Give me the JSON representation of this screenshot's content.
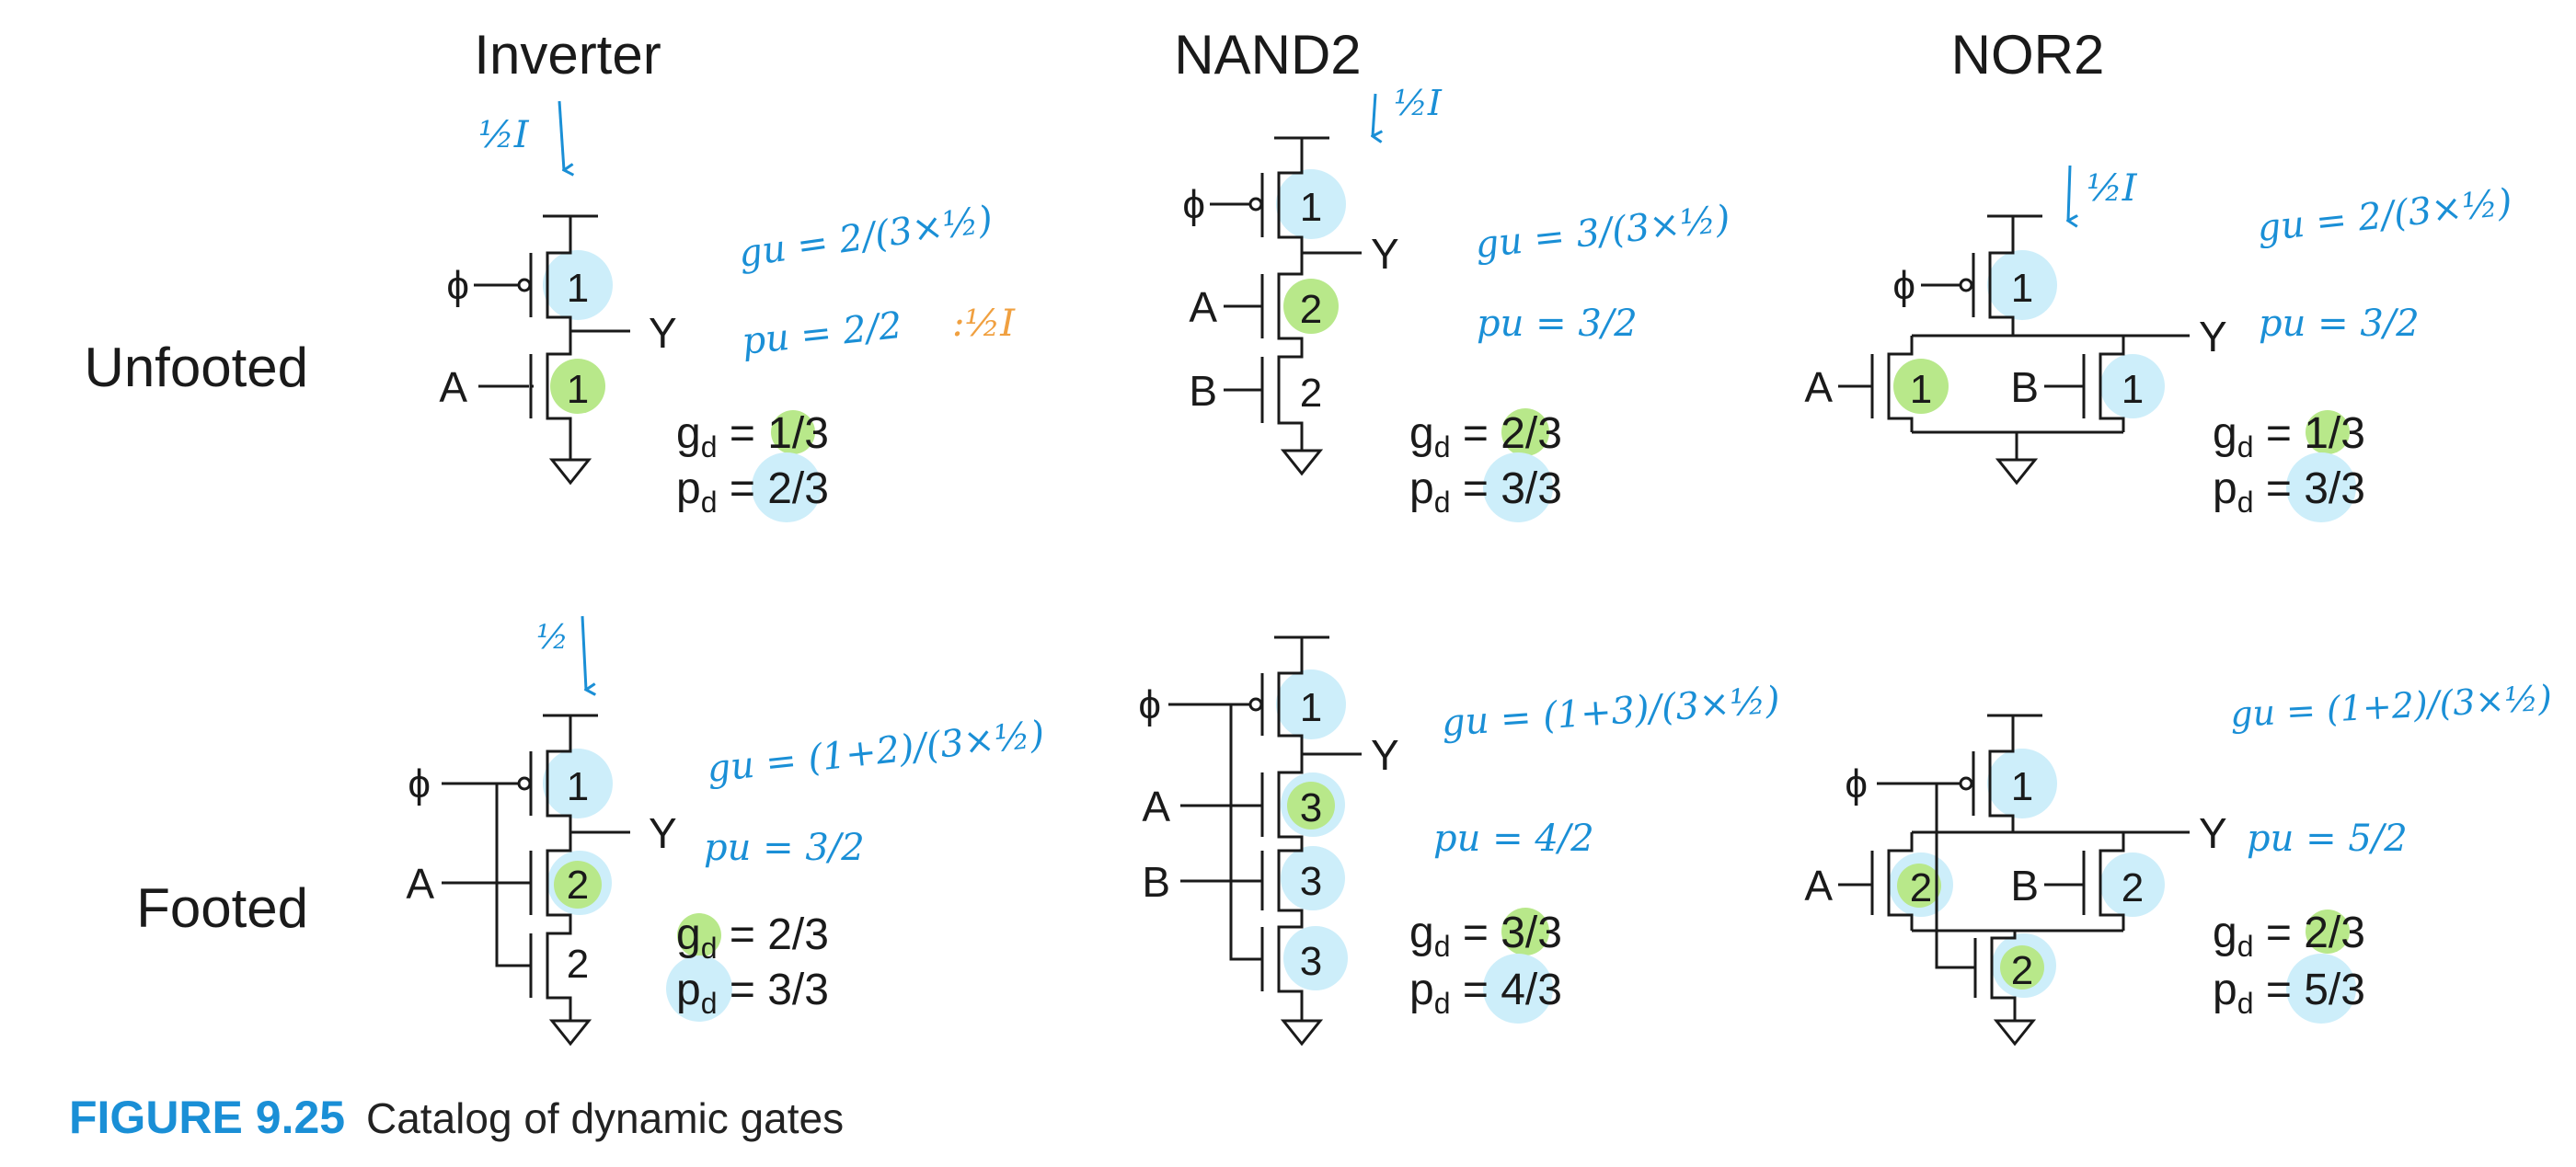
{
  "columns": [
    "Inverter",
    "NAND2",
    "NOR2"
  ],
  "rows": [
    "Unfooted",
    "Footed"
  ],
  "signals": {
    "phi": "ϕ",
    "a": "A",
    "b": "B",
    "y": "Y"
  },
  "gates": {
    "inv_unfooted": {
      "sizes": [
        "1",
        "1"
      ],
      "gd_pre": "g",
      "gd_sub": "d",
      "gd_eq": " = ",
      "gd_hi": "1",
      "gd_rest": "/3",
      "pd_pre": "p",
      "pd_sub": "d",
      "pd_eq": " = ",
      "pd_hi": "2/3",
      "gu": "gu = 2/(3×½)",
      "pu": "pu = 2/2",
      "current": "½I",
      "note": ":½I"
    },
    "nand_unfooted": {
      "sizes": [
        "1",
        "2",
        "2"
      ],
      "gd_pre": "g",
      "gd_sub": "d",
      "gd_eq": " = ",
      "gd_hi": "2",
      "gd_rest": "/3",
      "pd_pre": "p",
      "pd_sub": "d",
      "pd_eq": " = ",
      "pd_hi": "3/3",
      "gu": "gu = 3/(3×½)",
      "pu": "pu = 3/2",
      "current": "½I"
    },
    "nor_unfooted": {
      "sizes": [
        "1",
        "1",
        "1"
      ],
      "gd_pre": "g",
      "gd_sub": "d",
      "gd_eq": " = ",
      "gd_hi": "1",
      "gd_rest": "/3",
      "pd_pre": "p",
      "pd_sub": "d",
      "pd_eq": " = ",
      "pd_hi": "3/3",
      "gu": "gu = 2/(3×½)",
      "pu": "pu = 3/2",
      "current": "½I"
    },
    "inv_footed": {
      "sizes": [
        "1",
        "2",
        "2"
      ],
      "gd_pre": "g",
      "gd_sub": "d",
      "gd_eq": " = ",
      "gd_hi": "",
      "gd_rest": "2/3",
      "pd_pre": "p",
      "pd_sub": "d",
      "pd_eq": " = ",
      "pd_hi": "",
      "pd_rest": "3/3",
      "gu": "gu = (1+2)/(3×½)",
      "pu": "pu = 3/2",
      "current": "½"
    },
    "nand_footed": {
      "sizes": [
        "1",
        "3",
        "3",
        "3"
      ],
      "gd_pre": "g",
      "gd_sub": "d",
      "gd_eq": " = ",
      "gd_hi": "3",
      "gd_rest": "/3",
      "pd_pre": "p",
      "pd_sub": "d",
      "pd_eq": " = ",
      "pd_hi": "4/3",
      "gu": "gu = (1+3)/(3×½)",
      "pu": "pu = 4/2"
    },
    "nor_footed": {
      "sizes": [
        "1",
        "2",
        "2",
        "2"
      ],
      "gd_pre": "g",
      "gd_sub": "d",
      "gd_eq": " = ",
      "gd_hi": "2",
      "gd_rest": "/3",
      "pd_pre": "p",
      "pd_sub": "d",
      "pd_eq": " = ",
      "pd_hi": "5/3",
      "gu": "gu = (1+2)/(3×½)",
      "pu": "pu = 5/2"
    }
  },
  "caption": {
    "figure": "FIGURE 9.25",
    "text": "Catalog of dynamic gates"
  },
  "colors": {
    "blue_ink": "#1a8fd6",
    "orange_ink": "#f0a040",
    "cyan_highlight": "#cdeefa",
    "green_highlight": "#b8e88a"
  }
}
